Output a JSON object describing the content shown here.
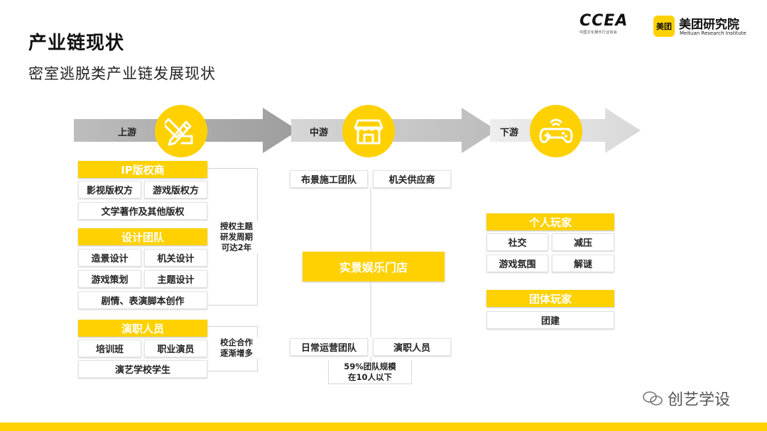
{
  "header": {
    "title": "产业链现状",
    "subtitle": "密室逃脱类产业链发展现状"
  },
  "logos": {
    "ccea": "CCEA",
    "ccea_sub": "中国文化娱乐行业协会",
    "meituan_badge": "美团",
    "meituan_name": "美团研究院",
    "meituan_en": "Meituan Research Institute"
  },
  "stages": {
    "upstream": "上游",
    "midstream": "中游",
    "downstream": "下游"
  },
  "upstream": {
    "ip_header": "IP版权商",
    "ip_items": [
      "影视版权方",
      "游戏版权方",
      "文学著作及其他版权"
    ],
    "design_header": "设计团队",
    "design_items": [
      "造景设计",
      "机关设计",
      "游戏策划",
      "主题设计",
      "剧情、表演脚本创作"
    ],
    "actor_header": "演职人员",
    "actor_items": [
      "培训班",
      "职业演员",
      "演艺学校学生"
    ],
    "note_top": "授权主题\n研发周期\n可达2年",
    "note_bottom": "校企合作\n逐渐增多"
  },
  "midstream": {
    "top_items": [
      "布景施工团队",
      "机关供应商"
    ],
    "center": "实景娱乐门店",
    "bottom_items": [
      "日常运营团队",
      "演职人员"
    ],
    "note": "59%团队规模\n在10人以下"
  },
  "downstream": {
    "individual_header": "个人玩家",
    "individual_items": [
      "社交",
      "减压",
      "游戏氛围",
      "解谜"
    ],
    "group_header": "团体玩家",
    "group_items": [
      "团建"
    ]
  },
  "watermark": "创艺学设",
  "colors": {
    "accent": "#ffd100",
    "arrow_dark": "#a9a9a9",
    "arrow_light": "#dcdcdc"
  }
}
